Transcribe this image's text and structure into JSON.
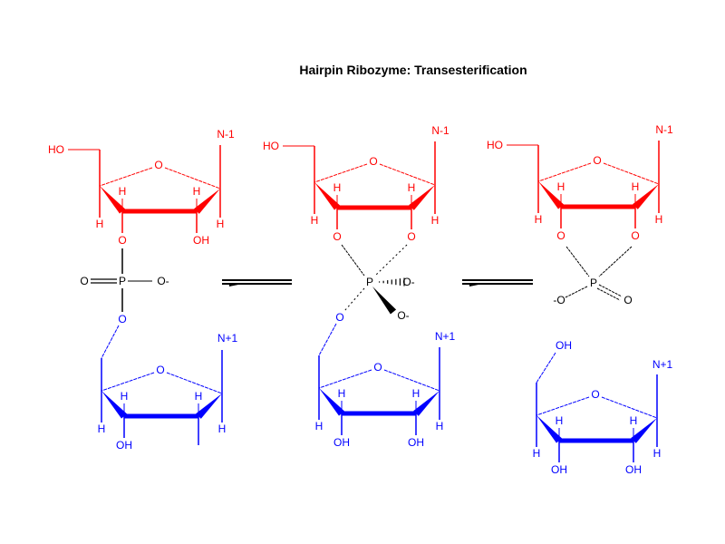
{
  "title": "Hairpin Ribozyme:  Transesterification",
  "colors": {
    "upstream": "#ff0000",
    "downstream": "#0000ff",
    "phosphate": "#000000"
  },
  "structures": [
    {
      "top": {
        "ho": "HO",
        "base": "N-1",
        "ring_o": "O",
        "h": "H",
        "c3": "O",
        "c2": "OH"
      },
      "phosphate": {
        "p": "P",
        "o_double": "O",
        "o_minus": "O-"
      },
      "bottom": {
        "link_o": "O",
        "base": "N+1",
        "ring_o": "O",
        "h": "H",
        "c3": "OH"
      }
    },
    {
      "top": {
        "ho": "HO",
        "base": "N-1",
        "ring_o": "O",
        "h": "H",
        "c3": "O",
        "c2": "O"
      },
      "phosphate": {
        "p": "P",
        "o_minus_1": "O-",
        "o_minus_2": "O-"
      },
      "bottom": {
        "link_o": "O",
        "base": "N+1",
        "ring_o": "O",
        "h": "H",
        "c3": "OH",
        "c2": "OH"
      }
    },
    {
      "top": {
        "ho": "HO",
        "base": "N-1",
        "ring_o": "O",
        "h": "H",
        "c3": "O",
        "c2": "O"
      },
      "phosphate": {
        "p": "P",
        "o_minus": "-O",
        "o_double": "O"
      },
      "bottom": {
        "oh": "OH",
        "base": "N+1",
        "ring_o": "O",
        "h": "H",
        "c3": "OH",
        "c2": "OH"
      }
    }
  ],
  "arrows": [
    "equilibrium",
    "equilibrium"
  ]
}
